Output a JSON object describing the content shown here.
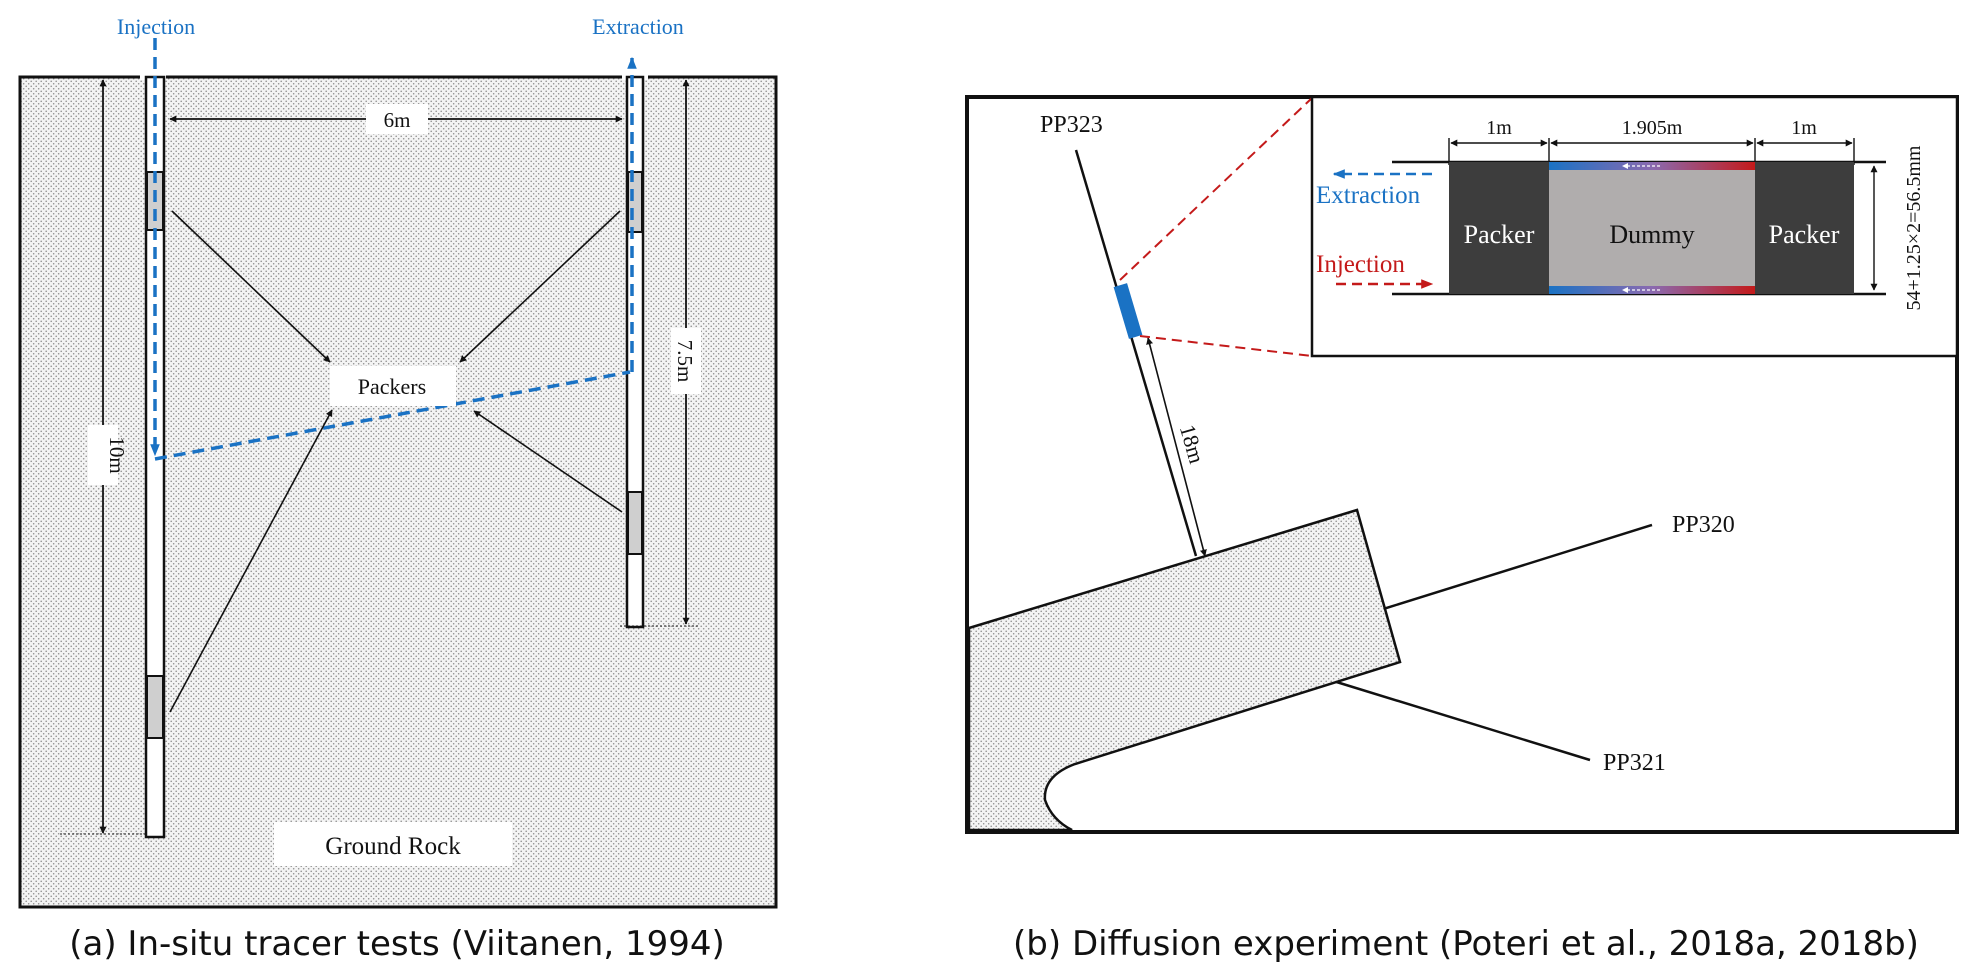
{
  "panel_a": {
    "injection_label": "Injection",
    "extraction_label": "Extraction",
    "spacing_label": "6m",
    "left_depth_label": "10m",
    "right_depth_label": "7.5m",
    "packers_label": "Packers",
    "ground_label": "Ground Rock",
    "caption": "(a) In-situ tracer tests (Viitanen, 1994)"
  },
  "panel_b": {
    "borehole_top": "PP323",
    "borehole_right": "PP320",
    "borehole_bottom": "PP321",
    "distance_label": "18m",
    "inset": {
      "packer_left_len": "1m",
      "dummy_len": "1.905m",
      "packer_right_len": "1m",
      "extraction_label": "Extraction",
      "injection_label": "Injection",
      "packer_left_label": "Packer",
      "dummy_label": "Dummy",
      "packer_right_label": "Packer",
      "diameter_label": "54+1.25×2=56.5mm"
    },
    "caption": "(b) Diffusion experiment (Poteri et al., 2018a, 2018b)"
  },
  "colors": {
    "blue": "#1a72c4",
    "red": "#c41a1a",
    "packer": "#3d3d3d",
    "dummy": "#b0adad"
  }
}
